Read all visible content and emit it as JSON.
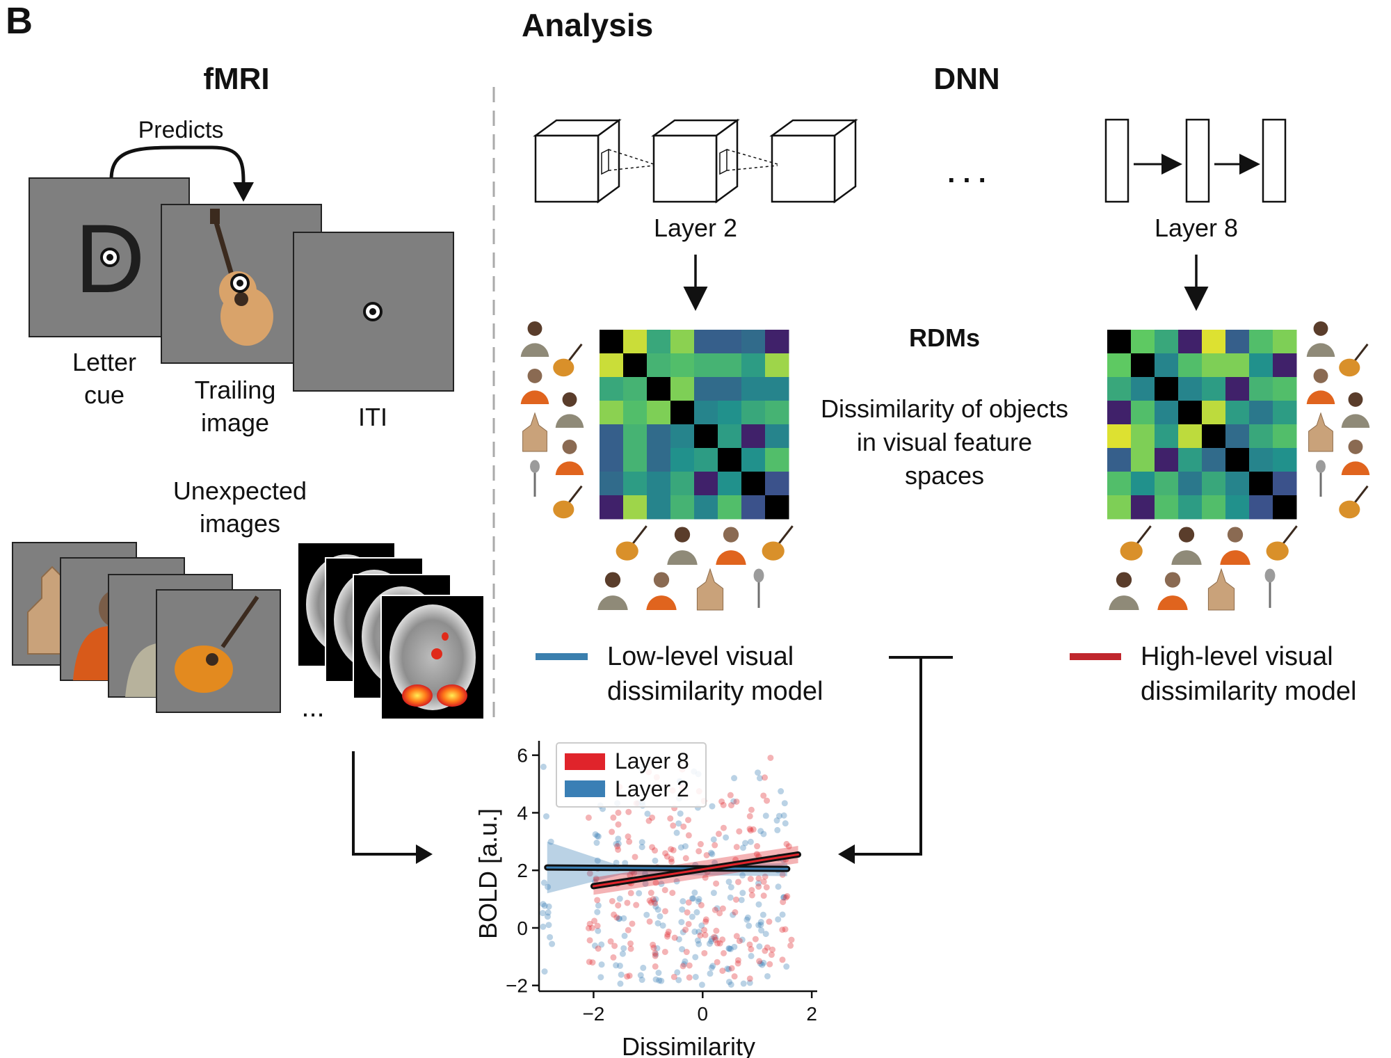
{
  "panel_label": "B",
  "header": {
    "title": "Analysis"
  },
  "fmri": {
    "title": "fMRI",
    "predicts_label": "Predicts",
    "frames": [
      {
        "title_lines": [
          "Letter",
          "cue"
        ],
        "letter": "D"
      },
      {
        "title_lines": [
          "Trailing",
          "image"
        ]
      },
      {
        "title_lines": [
          "ITI"
        ]
      }
    ],
    "unexpected_label_lines": [
      "Unexpected",
      "images"
    ],
    "ellipsis": "..."
  },
  "dnn": {
    "title": "DNN",
    "layer2_label": "Layer 2",
    "layer8_label": "Layer 8",
    "ellipsis": ". . ."
  },
  "rdms": {
    "title": "RDMs",
    "description_lines": [
      "Dissimilarity of objects",
      "in visual feature",
      "spaces"
    ],
    "layer2_matrix": [
      [
        0.0,
        0.92,
        0.6,
        0.82,
        0.3,
        0.3,
        0.35,
        0.1
      ],
      [
        0.92,
        0.0,
        0.65,
        0.7,
        0.65,
        0.65,
        0.55,
        0.85
      ],
      [
        0.6,
        0.65,
        0.0,
        0.8,
        0.35,
        0.35,
        0.45,
        0.45
      ],
      [
        0.82,
        0.7,
        0.8,
        0.0,
        0.45,
        0.5,
        0.6,
        0.65
      ],
      [
        0.3,
        0.65,
        0.35,
        0.45,
        0.0,
        0.55,
        0.1,
        0.45
      ],
      [
        0.3,
        0.65,
        0.35,
        0.5,
        0.55,
        0.0,
        0.5,
        0.7
      ],
      [
        0.35,
        0.55,
        0.45,
        0.6,
        0.1,
        0.5,
        0.0,
        0.25
      ],
      [
        0.1,
        0.85,
        0.45,
        0.65,
        0.45,
        0.7,
        0.25,
        0.0
      ]
    ],
    "layer8_matrix": [
      [
        0.0,
        0.75,
        0.6,
        0.1,
        0.95,
        0.3,
        0.7,
        0.8
      ],
      [
        0.75,
        0.0,
        0.45,
        0.7,
        0.8,
        0.8,
        0.5,
        0.1
      ],
      [
        0.6,
        0.45,
        0.0,
        0.45,
        0.55,
        0.1,
        0.65,
        0.7
      ],
      [
        0.1,
        0.7,
        0.45,
        0.0,
        0.9,
        0.55,
        0.4,
        0.55
      ],
      [
        0.95,
        0.8,
        0.55,
        0.9,
        0.0,
        0.35,
        0.6,
        0.7
      ],
      [
        0.3,
        0.8,
        0.1,
        0.55,
        0.35,
        0.0,
        0.45,
        0.5
      ],
      [
        0.7,
        0.5,
        0.65,
        0.4,
        0.6,
        0.45,
        0.0,
        0.25
      ],
      [
        0.8,
        0.1,
        0.7,
        0.55,
        0.7,
        0.5,
        0.25,
        0.0
      ]
    ]
  },
  "models": {
    "low_level_lines": [
      "Low-level visual",
      "dissimilarity model"
    ],
    "high_level_lines": [
      "High-level visual",
      "dissimilarity model"
    ],
    "low_color": "#3b7fae",
    "high_color": "#c0272d"
  },
  "chart_data": {
    "type": "scatter",
    "xlabel": "Dissimilarity",
    "ylabel": "BOLD [a.u.]",
    "xlim": [
      -3.0,
      2.1
    ],
    "ylim": [
      -2.2,
      6.5
    ],
    "xticks": [
      -2,
      0,
      2
    ],
    "yticks": [
      -2,
      0,
      2,
      4,
      6
    ],
    "xtick_labels": [
      "−2",
      "0",
      "2"
    ],
    "ytick_labels": [
      "−2",
      "0",
      "2",
      "4",
      "6"
    ],
    "legend_position": "top-left",
    "series": [
      {
        "name": "Layer 8",
        "color": "#e0242b",
        "fit_x": [
          -2.0,
          1.75
        ],
        "fit_y": [
          1.45,
          2.55
        ],
        "scatter_columns": [
          -2.0,
          -1.6,
          -1.3,
          -0.9,
          -0.6,
          -0.3,
          0.0,
          0.3,
          0.6,
          0.95,
          1.2,
          1.55
        ],
        "ymin": -1.8,
        "ymax": 6.3
      },
      {
        "name": "Layer 2",
        "color": "#3a7fb5",
        "fit_x": [
          -2.85,
          1.55
        ],
        "fit_y": [
          2.1,
          2.05
        ],
        "scatter_columns": [
          -2.85,
          -1.9,
          -1.5,
          -1.1,
          -0.8,
          -0.4,
          -0.1,
          0.2,
          0.5,
          0.8,
          1.1,
          1.45
        ],
        "ymin": -2.0,
        "ymax": 6.2
      }
    ]
  }
}
